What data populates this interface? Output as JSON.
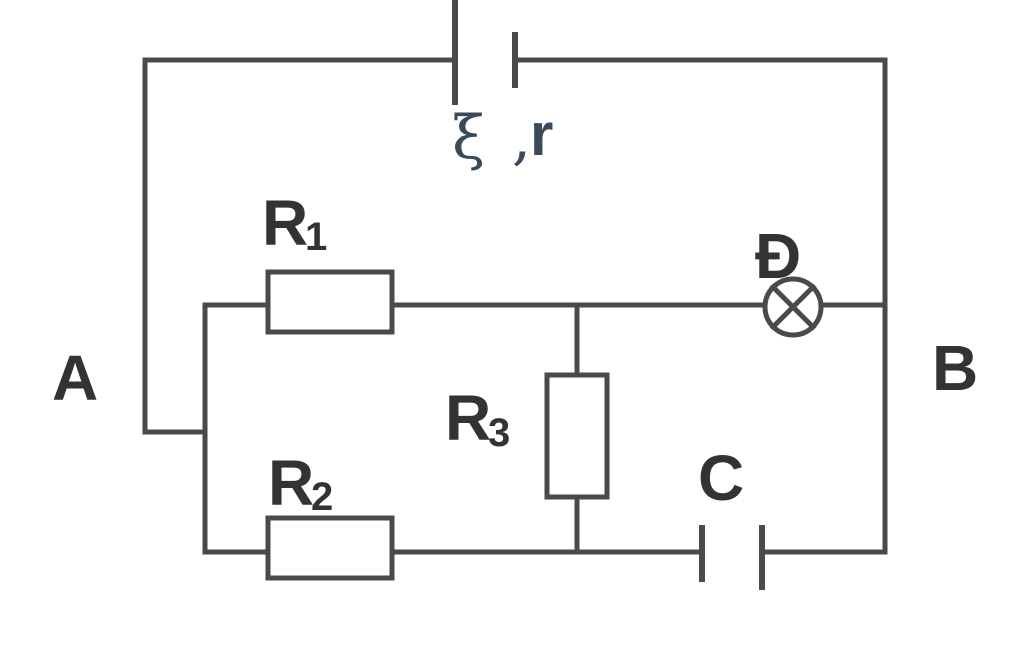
{
  "labels": {
    "source_emf": "ξ",
    "source_sep": ",",
    "source_r": "r",
    "r1_main": "R",
    "r1_sub": "1",
    "r2_main": "R",
    "r2_sub": "2",
    "r3_main": "R",
    "r3_sub": "3",
    "lamp": "Đ",
    "capacitor": "C",
    "node_a": "A",
    "node_b": "B"
  },
  "colors": {
    "wire": "#4a4a4a",
    "text": "#333333"
  }
}
